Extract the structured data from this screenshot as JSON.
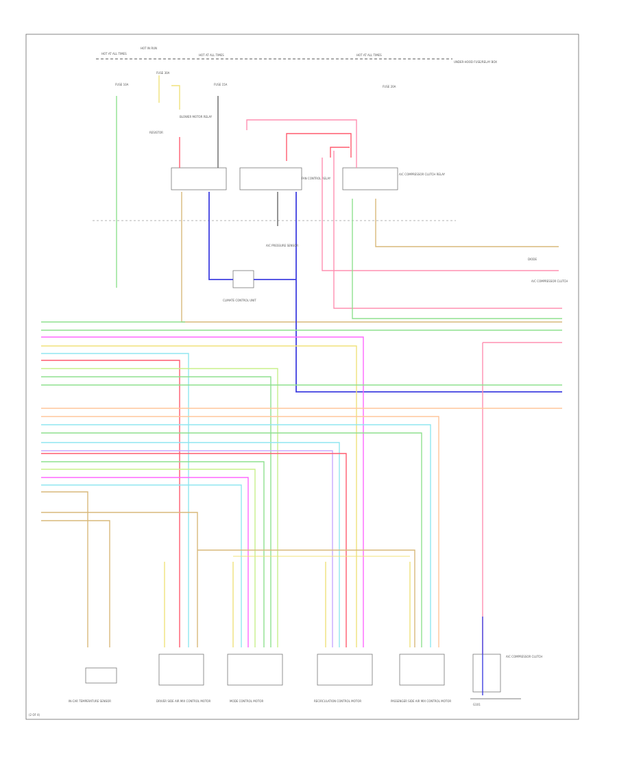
{
  "texts": {
    "top_left": "HOT AT ALL TIMES",
    "top_mid_a": "HOT IN RUN",
    "top_mid_b": "HOT AT ALL TIMES",
    "top_right": "HOT AT ALL TIMES",
    "top_right_note": "UNDER-HOOD FUSE/RELAY BOX",
    "fuse_a": "FUSE 10A",
    "fuse_b": "FUSE 15A",
    "fuse_c": "FUSE 20A",
    "fuse_d": "FUSE 30A",
    "relay_resistor": "RESISTOR",
    "relay_blower": "BLOWER MOTOR RELAY",
    "relay_fan": "FAN CONTROL RELAY",
    "relay_ac": "A/C COMPRESSOR CLUTCH RELAY",
    "mid_label": "A/C PRESSURE SENSOR",
    "climate_ctrl": "CLIMATE CONTROL UNIT",
    "diode": "DIODE",
    "ac_clutch": "A/C COMPRESSOR CLUTCH",
    "sensor_left": "IN-CAR TEMPERATURE SENSOR",
    "motor_1": "DRIVER SIDE AIR MIX CONTROL MOTOR",
    "motor_2": "MODE CONTROL MOTOR",
    "motor_3": "RECIRCULATION CONTROL MOTOR",
    "motor_4": "PASSENGER SIDE AIR MIX CONTROL MOTOR",
    "right_component": "A/C COMPRESSOR CLUTCH",
    "gnd": "G101",
    "corner": "(2 OF 4)"
  },
  "colors": {
    "green": "#8ee08e",
    "pink": "#ff8fb0",
    "blue": "#3f3fe0",
    "tan": "#d8b87a",
    "yellow": "#f0e27a",
    "magenta": "#ff66ff",
    "cyan": "#8fe6f0",
    "red": "#ff5a6e",
    "gray": "#666666",
    "orange": "#ffc59a",
    "violet": "#c8a8ff",
    "lime": "#c8f08a"
  }
}
